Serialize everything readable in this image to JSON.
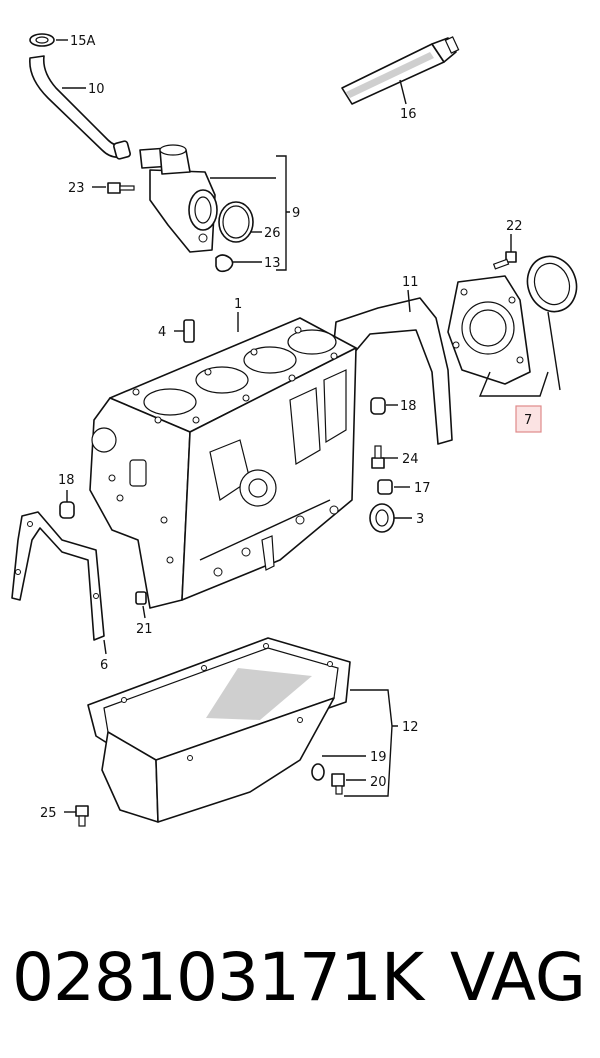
{
  "callouts": {
    "c15a": "15A",
    "c10": "10",
    "c16": "16",
    "c23": "23",
    "c9": "9",
    "c26": "26",
    "c13": "13",
    "c22": "22",
    "c11": "11",
    "c1": "1",
    "c4": "4",
    "c7": "7",
    "c18a": "18",
    "c18b": "18",
    "c24": "24",
    "c17": "17",
    "c3": "3",
    "c21": "21",
    "c6": "6",
    "c12": "12",
    "c19": "19",
    "c20": "20",
    "c25": "25"
  },
  "footer": {
    "part_number": "028103171K",
    "brand": "VAG"
  },
  "colors": {
    "highlight_fill": "#fbe3e3",
    "highlight_stroke": "#e08a8a"
  }
}
